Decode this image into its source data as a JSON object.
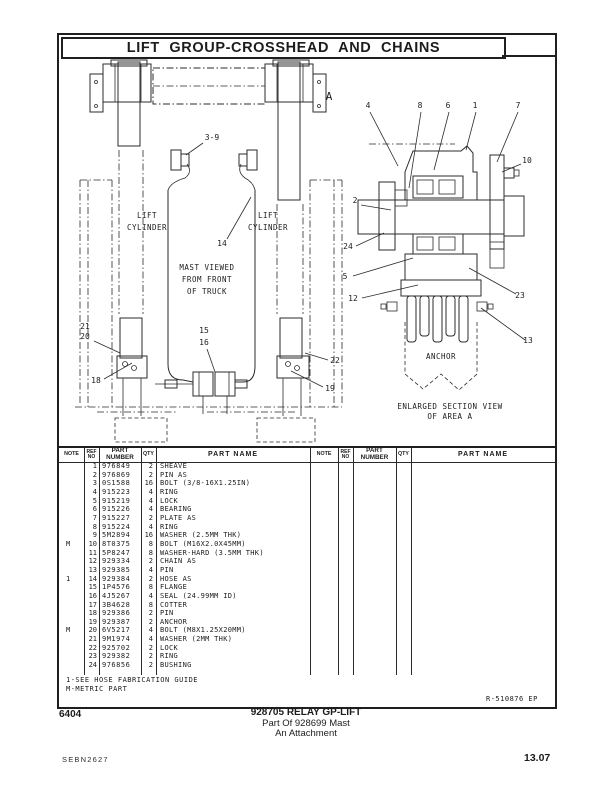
{
  "page": {
    "title": "LIFT GROUP-CROSSHEAD AND CHAINS",
    "form_number": "6404",
    "subtitle_line1": "928705 RELAY GP-LIFT",
    "subtitle_line2": "Part Of 928699 Mast",
    "subtitle_line3": "An Attachment",
    "doc_code": "SEBN2627",
    "page_number": "13.07",
    "drawing_ref": "R-510876 EP",
    "ink_color": "#1c1c1c"
  },
  "diagram_left": {
    "area_marker": "A",
    "lift_cylinder_line1": "LIFT",
    "lift_cylinder_line2": "CYLINDER",
    "view_note_line1": "MAST VIEWED",
    "view_note_line2": "FROM FRONT",
    "view_note_line3": "OF TRUCK",
    "callouts": {
      "c3_9": "3-9",
      "c14": "14",
      "c15": "15",
      "c16": "16",
      "c18": "18",
      "c19": "19",
      "c20": "20",
      "c21": "21",
      "c22": "22"
    }
  },
  "diagram_right": {
    "callouts": {
      "c1": "1",
      "c2": "2",
      "c4": "4",
      "c5": "5",
      "c6": "6",
      "c7": "7",
      "c8": "8",
      "c10": "10",
      "c12": "12",
      "c13": "13",
      "c23": "23",
      "c24": "24"
    },
    "anchor_label": "ANCHOR",
    "caption_line1": "ENLARGED SECTION VIEW",
    "caption_line2": "OF AREA A"
  },
  "table": {
    "headers": {
      "note": "NOTE",
      "ref_line1": "REF",
      "ref_line2": "NO",
      "part_number_line1": "PART",
      "part_number_line2": "NUMBER",
      "qty": "QTY",
      "part_name": "PART NAME"
    },
    "rows": [
      {
        "note": "",
        "ref": "1",
        "pn": "976849",
        "qty": "2",
        "name": "SHEAVE"
      },
      {
        "note": "",
        "ref": "2",
        "pn": "976869",
        "qty": "2",
        "name": "PIN AS"
      },
      {
        "note": "",
        "ref": "3",
        "pn": "0S1588",
        "qty": "16",
        "name": "BOLT (3/8-16X1.25IN)"
      },
      {
        "note": "",
        "ref": "4",
        "pn": "915223",
        "qty": "4",
        "name": "RING"
      },
      {
        "note": "",
        "ref": "5",
        "pn": "915219",
        "qty": "4",
        "name": "LOCK"
      },
      {
        "note": "",
        "ref": "6",
        "pn": "915226",
        "qty": "4",
        "name": "BEARING"
      },
      {
        "note": "",
        "ref": "7",
        "pn": "915227",
        "qty": "2",
        "name": "PLATE AS"
      },
      {
        "note": "",
        "ref": "8",
        "pn": "915224",
        "qty": "4",
        "name": "RING"
      },
      {
        "note": "",
        "ref": "9",
        "pn": "5M2894",
        "qty": "16",
        "name": "WASHER (2.5MM THK)"
      },
      {
        "note": "M",
        "ref": "10",
        "pn": "8T0375",
        "qty": "8",
        "name": "BOLT (M16X2.0X45MM)"
      },
      {
        "note": "",
        "ref": "11",
        "pn": "5P8247",
        "qty": "8",
        "name": "WASHER-HARD (3.5MM THK)"
      },
      {
        "note": "",
        "ref": "12",
        "pn": "929334",
        "qty": "2",
        "name": "CHAIN AS"
      },
      {
        "note": "",
        "ref": "13",
        "pn": "929385",
        "qty": "4",
        "name": "PIN"
      },
      {
        "note": "1",
        "ref": "14",
        "pn": "929384",
        "qty": "2",
        "name": "HOSE AS"
      },
      {
        "note": "",
        "ref": "15",
        "pn": "1P4576",
        "qty": "8",
        "name": "FLANGE"
      },
      {
        "note": "",
        "ref": "16",
        "pn": "4J5267",
        "qty": "4",
        "name": "SEAL (24.99MM ID)"
      },
      {
        "note": "",
        "ref": "17",
        "pn": "3B4628",
        "qty": "8",
        "name": "COTTER"
      },
      {
        "note": "",
        "ref": "18",
        "pn": "929386",
        "qty": "2",
        "name": "PIN"
      },
      {
        "note": "",
        "ref": "19",
        "pn": "929387",
        "qty": "2",
        "name": "ANCHOR"
      },
      {
        "note": "M",
        "ref": "20",
        "pn": "6V5217",
        "qty": "4",
        "name": "BOLT (M8X1.25X20MM)"
      },
      {
        "note": "",
        "ref": "21",
        "pn": "9M1974",
        "qty": "4",
        "name": "WASHER (2MM THK)"
      },
      {
        "note": "",
        "ref": "22",
        "pn": "925702",
        "qty": "2",
        "name": "LOCK"
      },
      {
        "note": "",
        "ref": "23",
        "pn": "929382",
        "qty": "2",
        "name": "RING"
      },
      {
        "note": "",
        "ref": "24",
        "pn": "976856",
        "qty": "2",
        "name": "BUSHING"
      }
    ],
    "footnote_line1": "1-SEE HOSE FABRICATION GUIDE",
    "footnote_line2": "M-METRIC PART"
  }
}
